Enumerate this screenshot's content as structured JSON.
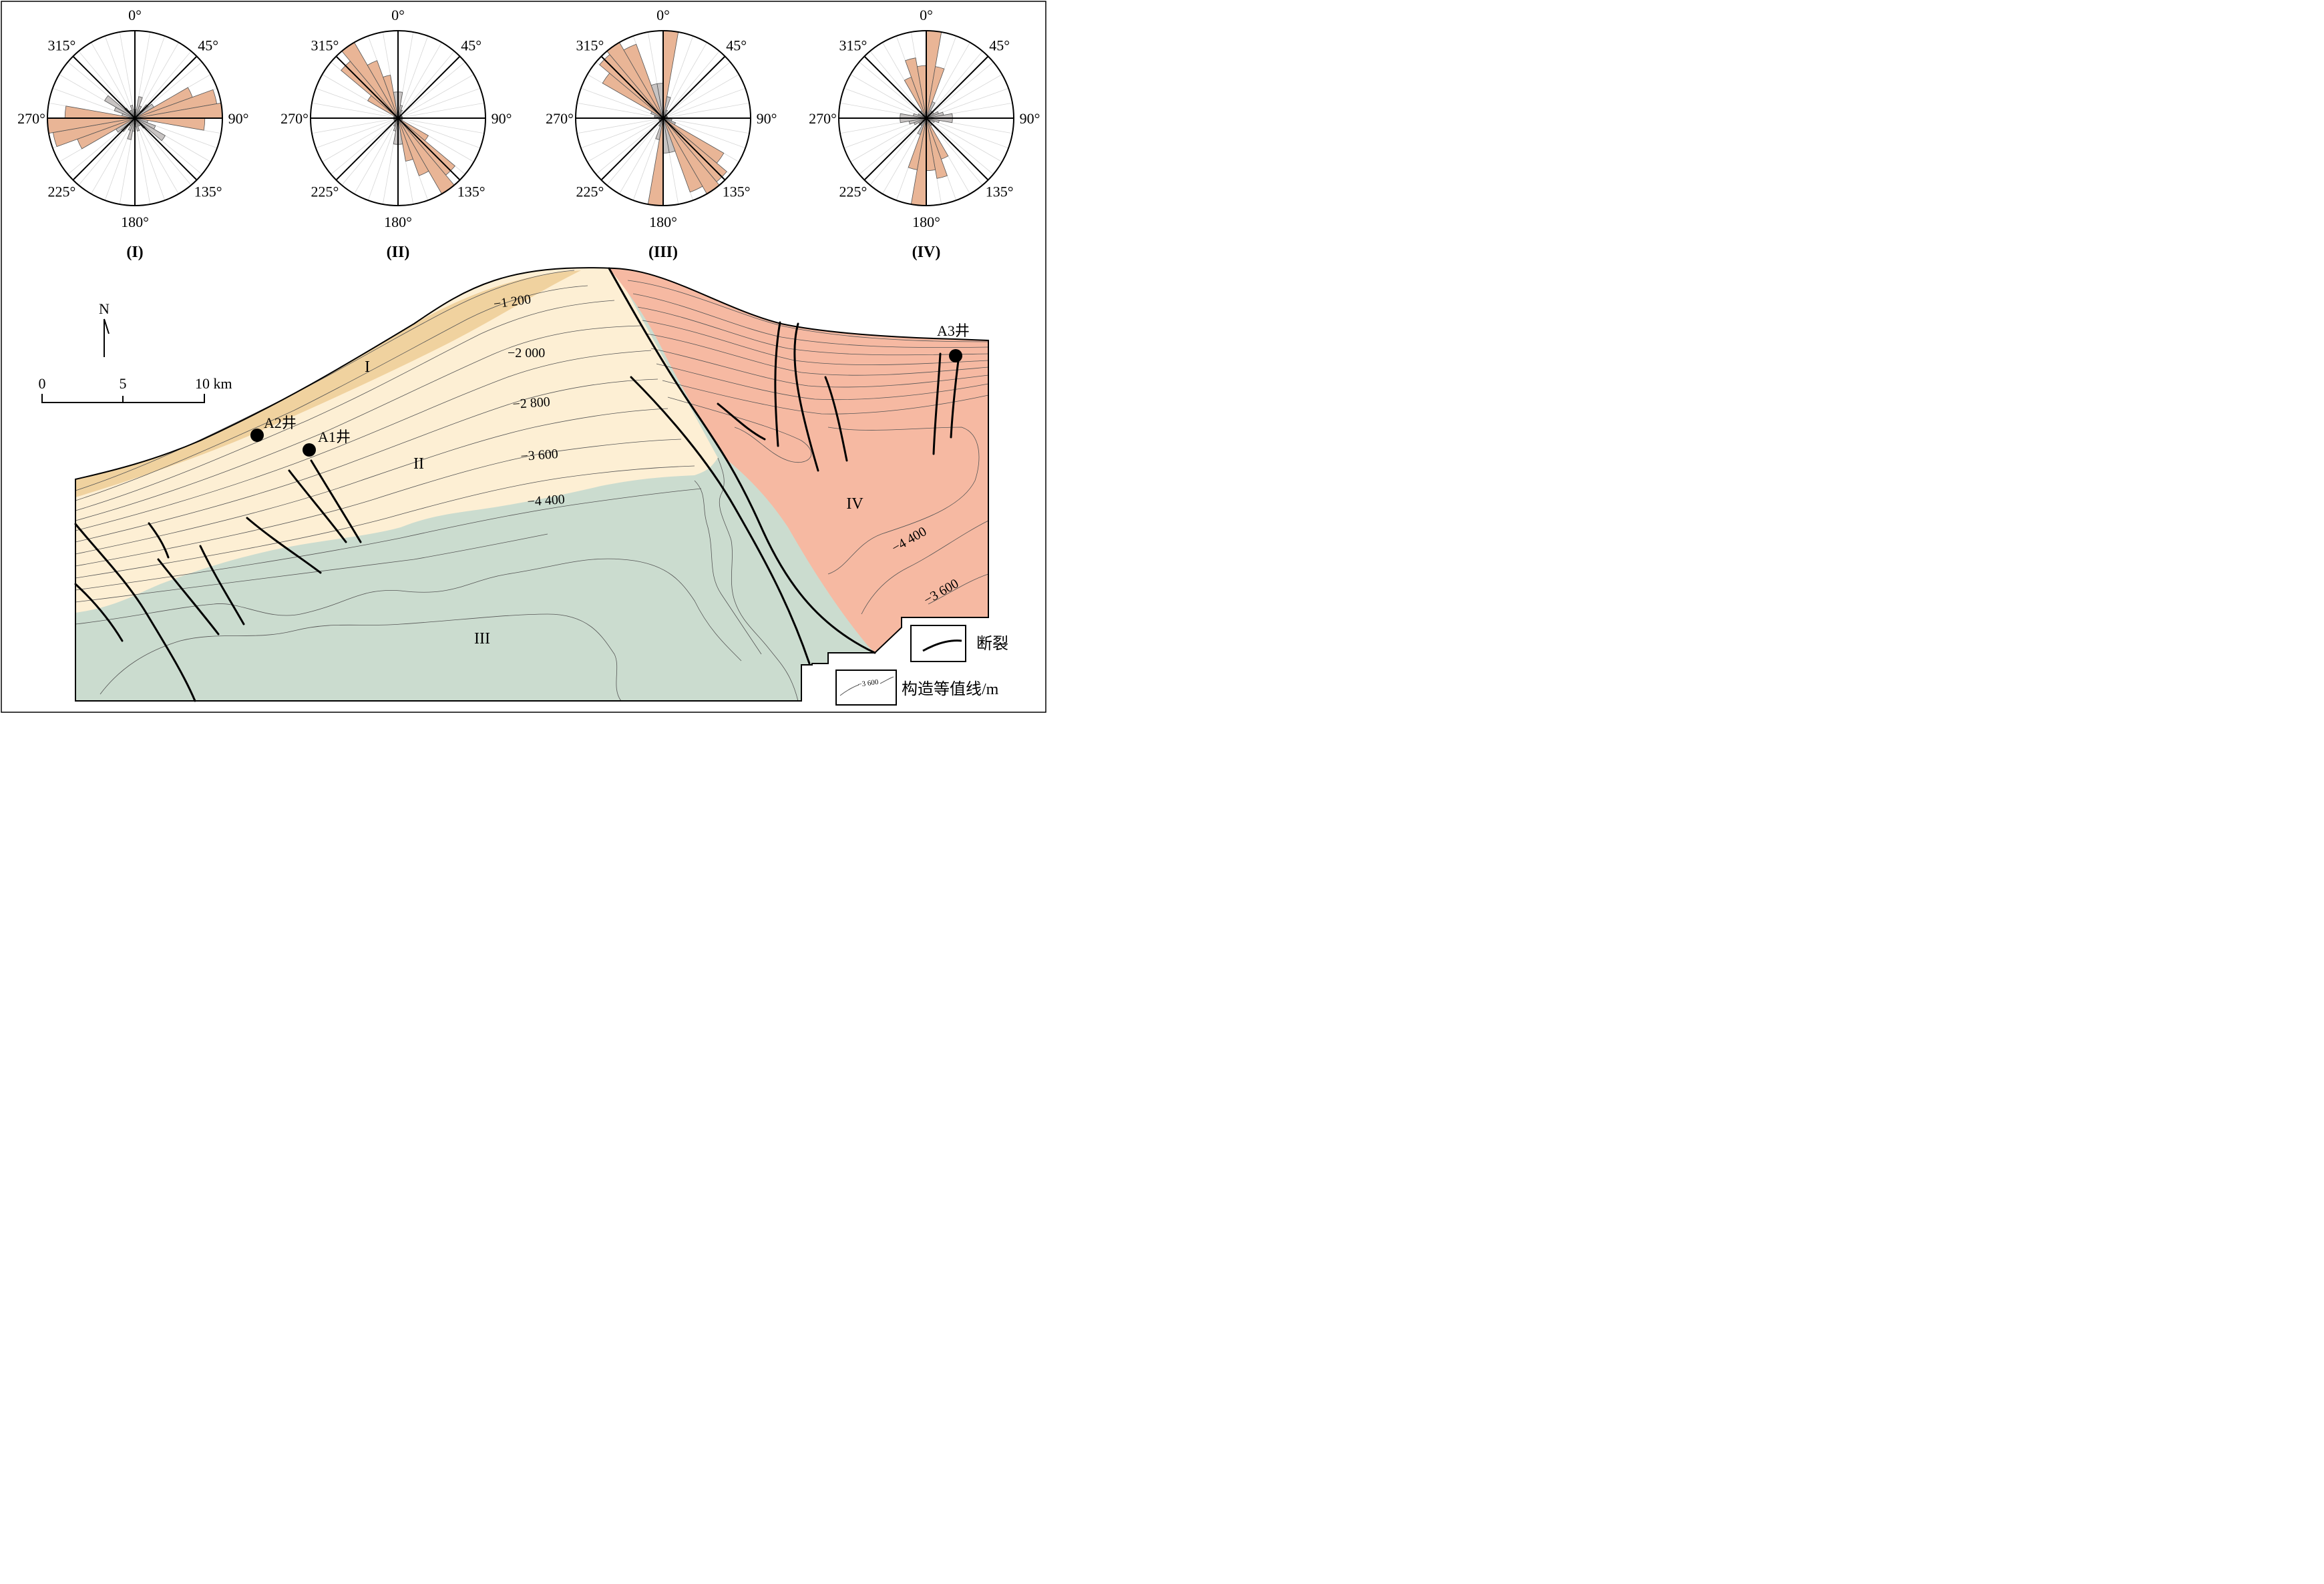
{
  "roses": [
    {
      "label": "(I)",
      "petals": [
        [
          0,
          2,
          "g"
        ],
        [
          10,
          5,
          "g"
        ],
        [
          20,
          3,
          "g"
        ],
        [
          30,
          2,
          "g"
        ],
        [
          40,
          4,
          "g"
        ],
        [
          50,
          5,
          "g"
        ],
        [
          60,
          14,
          "o"
        ],
        [
          70,
          19,
          "o"
        ],
        [
          80,
          20,
          "o"
        ],
        [
          90,
          16,
          "o"
        ],
        [
          100,
          3,
          "g"
        ],
        [
          110,
          5,
          "g"
        ],
        [
          120,
          8,
          "g"
        ],
        [
          130,
          3,
          "g"
        ],
        [
          140,
          2,
          "g"
        ],
        [
          150,
          2,
          "g"
        ],
        [
          160,
          3,
          "g"
        ],
        [
          170,
          2,
          "g"
        ],
        [
          180,
          3,
          "g"
        ],
        [
          190,
          5,
          "g"
        ],
        [
          200,
          3,
          "g"
        ],
        [
          210,
          2,
          "g"
        ],
        [
          220,
          4,
          "g"
        ],
        [
          230,
          5,
          "g"
        ],
        [
          240,
          14,
          "o"
        ],
        [
          250,
          19,
          "o"
        ],
        [
          260,
          20,
          "o"
        ],
        [
          270,
          16,
          "o"
        ],
        [
          280,
          3,
          "g"
        ],
        [
          290,
          5,
          "g"
        ],
        [
          300,
          8,
          "g"
        ],
        [
          310,
          3,
          "g"
        ],
        [
          320,
          2,
          "g"
        ],
        [
          330,
          2,
          "g"
        ],
        [
          340,
          3,
          "g"
        ],
        [
          350,
          2,
          "g"
        ]
      ]
    },
    {
      "label": "(II)",
      "petals": [
        [
          0,
          6,
          "g"
        ],
        [
          10,
          3,
          "g"
        ],
        [
          20,
          2,
          "g"
        ],
        [
          30,
          1,
          "g"
        ],
        [
          40,
          1,
          "g"
        ],
        [
          50,
          1,
          "g"
        ],
        [
          60,
          1,
          "g"
        ],
        [
          70,
          1,
          "g"
        ],
        [
          80,
          1,
          "g"
        ],
        [
          90,
          1,
          "g"
        ],
        [
          100,
          1,
          "g"
        ],
        [
          110,
          1,
          "g"
        ],
        [
          120,
          8,
          "o"
        ],
        [
          130,
          17,
          "o"
        ],
        [
          140,
          20,
          "o"
        ],
        [
          150,
          14,
          "o"
        ],
        [
          160,
          10,
          "o"
        ],
        [
          170,
          6,
          "g"
        ],
        [
          180,
          6,
          "g"
        ],
        [
          190,
          3,
          "g"
        ],
        [
          200,
          2,
          "g"
        ],
        [
          210,
          1,
          "g"
        ],
        [
          220,
          1,
          "g"
        ],
        [
          230,
          1,
          "g"
        ],
        [
          240,
          1,
          "g"
        ],
        [
          250,
          1,
          "g"
        ],
        [
          260,
          1,
          "g"
        ],
        [
          270,
          1,
          "g"
        ],
        [
          280,
          1,
          "g"
        ],
        [
          290,
          1,
          "g"
        ],
        [
          300,
          8,
          "o"
        ],
        [
          310,
          17,
          "o"
        ],
        [
          320,
          20,
          "o"
        ],
        [
          330,
          14,
          "o"
        ],
        [
          340,
          10,
          "o"
        ],
        [
          350,
          6,
          "g"
        ]
      ]
    },
    {
      "label": "(III)",
      "petals": [
        [
          0,
          20,
          "o"
        ],
        [
          10,
          5,
          "g"
        ],
        [
          20,
          2,
          "g"
        ],
        [
          30,
          1,
          "g"
        ],
        [
          40,
          1,
          "g"
        ],
        [
          50,
          1,
          "g"
        ],
        [
          60,
          1,
          "g"
        ],
        [
          70,
          1,
          "g"
        ],
        [
          80,
          1,
          "g"
        ],
        [
          90,
          2,
          "g"
        ],
        [
          100,
          2,
          "g"
        ],
        [
          110,
          3,
          "g"
        ],
        [
          120,
          16,
          "o"
        ],
        [
          130,
          19,
          "o"
        ],
        [
          140,
          20,
          "o"
        ],
        [
          150,
          18,
          "o"
        ],
        [
          160,
          8,
          "g"
        ],
        [
          170,
          8,
          "g"
        ],
        [
          180,
          20,
          "o"
        ],
        [
          190,
          5,
          "g"
        ],
        [
          200,
          2,
          "g"
        ],
        [
          210,
          1,
          "g"
        ],
        [
          220,
          1,
          "g"
        ],
        [
          230,
          1,
          "g"
        ],
        [
          240,
          1,
          "g"
        ],
        [
          250,
          1,
          "g"
        ],
        [
          260,
          1,
          "g"
        ],
        [
          270,
          2,
          "g"
        ],
        [
          280,
          2,
          "g"
        ],
        [
          290,
          3,
          "g"
        ],
        [
          300,
          16,
          "o"
        ],
        [
          310,
          19,
          "o"
        ],
        [
          320,
          20,
          "o"
        ],
        [
          330,
          18,
          "o"
        ],
        [
          340,
          8,
          "g"
        ],
        [
          350,
          8,
          "g"
        ]
      ]
    },
    {
      "label": "(IV)",
      "petals": [
        [
          0,
          20,
          "o"
        ],
        [
          10,
          12,
          "o"
        ],
        [
          20,
          4,
          "g"
        ],
        [
          30,
          2,
          "g"
        ],
        [
          40,
          1,
          "g"
        ],
        [
          50,
          2,
          "g"
        ],
        [
          60,
          3,
          "g"
        ],
        [
          70,
          4,
          "g"
        ],
        [
          80,
          6,
          "g"
        ],
        [
          90,
          6,
          "g"
        ],
        [
          100,
          3,
          "g"
        ],
        [
          110,
          2,
          "g"
        ],
        [
          120,
          1,
          "g"
        ],
        [
          130,
          1,
          "g"
        ],
        [
          140,
          2,
          "g"
        ],
        [
          150,
          10,
          "o"
        ],
        [
          160,
          14,
          "o"
        ],
        [
          170,
          12,
          "o"
        ],
        [
          180,
          20,
          "o"
        ],
        [
          190,
          12,
          "o"
        ],
        [
          200,
          4,
          "g"
        ],
        [
          210,
          2,
          "g"
        ],
        [
          220,
          1,
          "g"
        ],
        [
          230,
          2,
          "g"
        ],
        [
          240,
          3,
          "g"
        ],
        [
          250,
          4,
          "g"
        ],
        [
          260,
          6,
          "g"
        ],
        [
          270,
          6,
          "g"
        ],
        [
          280,
          3,
          "g"
        ],
        [
          290,
          2,
          "g"
        ],
        [
          300,
          1,
          "g"
        ],
        [
          310,
          1,
          "g"
        ],
        [
          320,
          2,
          "g"
        ],
        [
          330,
          10,
          "o"
        ],
        [
          340,
          14,
          "o"
        ],
        [
          350,
          12,
          "o"
        ]
      ]
    }
  ],
  "rose_angle_labels": [
    "0°",
    "45°",
    "90°",
    "135°",
    "180°",
    "225°",
    "270°",
    "315°"
  ],
  "rose_max_value": 20,
  "colors": {
    "zone_I": "#f0d29f",
    "zone_II": "#fdefd4",
    "zone_III": "#cbdccf",
    "zone_IV": "#f6b9a2",
    "petal_orange": "#e9b596",
    "petal_gray": "#c8c4c3",
    "fault": "#000000",
    "contour": "#4a4a4a"
  },
  "map": {
    "north_label": "N",
    "scale_labels": [
      "0",
      "5",
      "10 km"
    ],
    "zone_labels": [
      "I",
      "II",
      "III",
      "IV"
    ],
    "wells": [
      "A1井",
      "A2井",
      "A3井"
    ],
    "contour_labels": [
      "−1 200",
      "−2 000",
      "−2 800",
      "−3 600",
      "−4 400",
      "−4 400",
      "−3 600"
    ]
  },
  "legend": {
    "fault_label": "断裂",
    "contour_label": "构造等值线/m",
    "contour_sample": "−3 600"
  }
}
